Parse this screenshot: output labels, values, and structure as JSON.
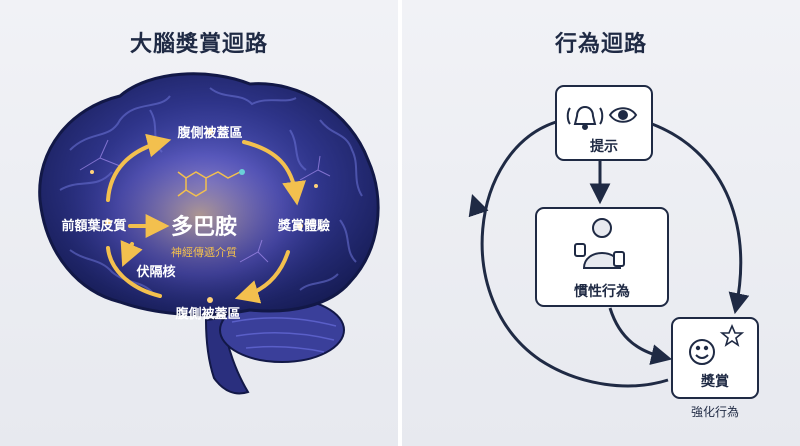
{
  "left_panel": {
    "title": "大腦獎賞迴路",
    "labels": {
      "vta_top": "腹側被蓋區",
      "prefrontal": "前額葉皮質",
      "reward_experience": "獎賞體驗",
      "nucleus_accumbens": "伏隔核",
      "vta_bottom": "腹側被蓋區",
      "dopamine": "多巴胺",
      "neurotransmitter": "神經傳遞介質"
    }
  },
  "right_panel": {
    "title": "行為迴路",
    "nodes": {
      "cue": "提示",
      "habit": "慣性行為",
      "reward": "獎賞"
    },
    "caption": "強化行為"
  },
  "colors": {
    "brain_dark": "#15204f",
    "brain_mid": "#3a3f9a",
    "glow": "#f3c04e",
    "navy": "#1f2a44"
  }
}
